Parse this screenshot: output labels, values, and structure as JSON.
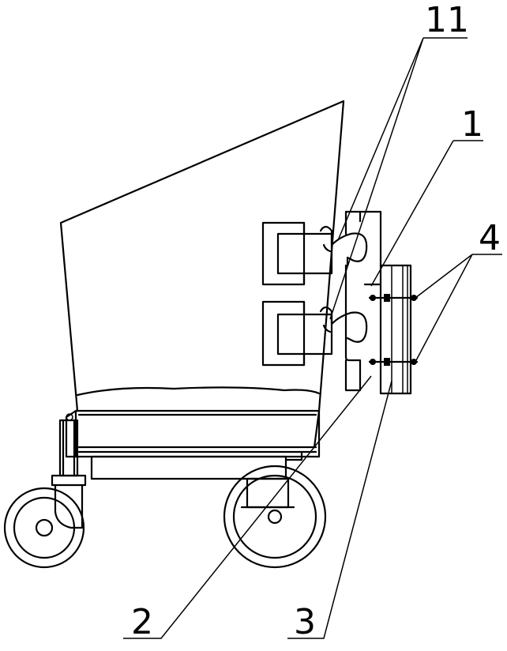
{
  "labels": {
    "part_11": "11",
    "part_1": "1",
    "part_4": "4",
    "part_2": "2",
    "part_3": "3"
  }
}
